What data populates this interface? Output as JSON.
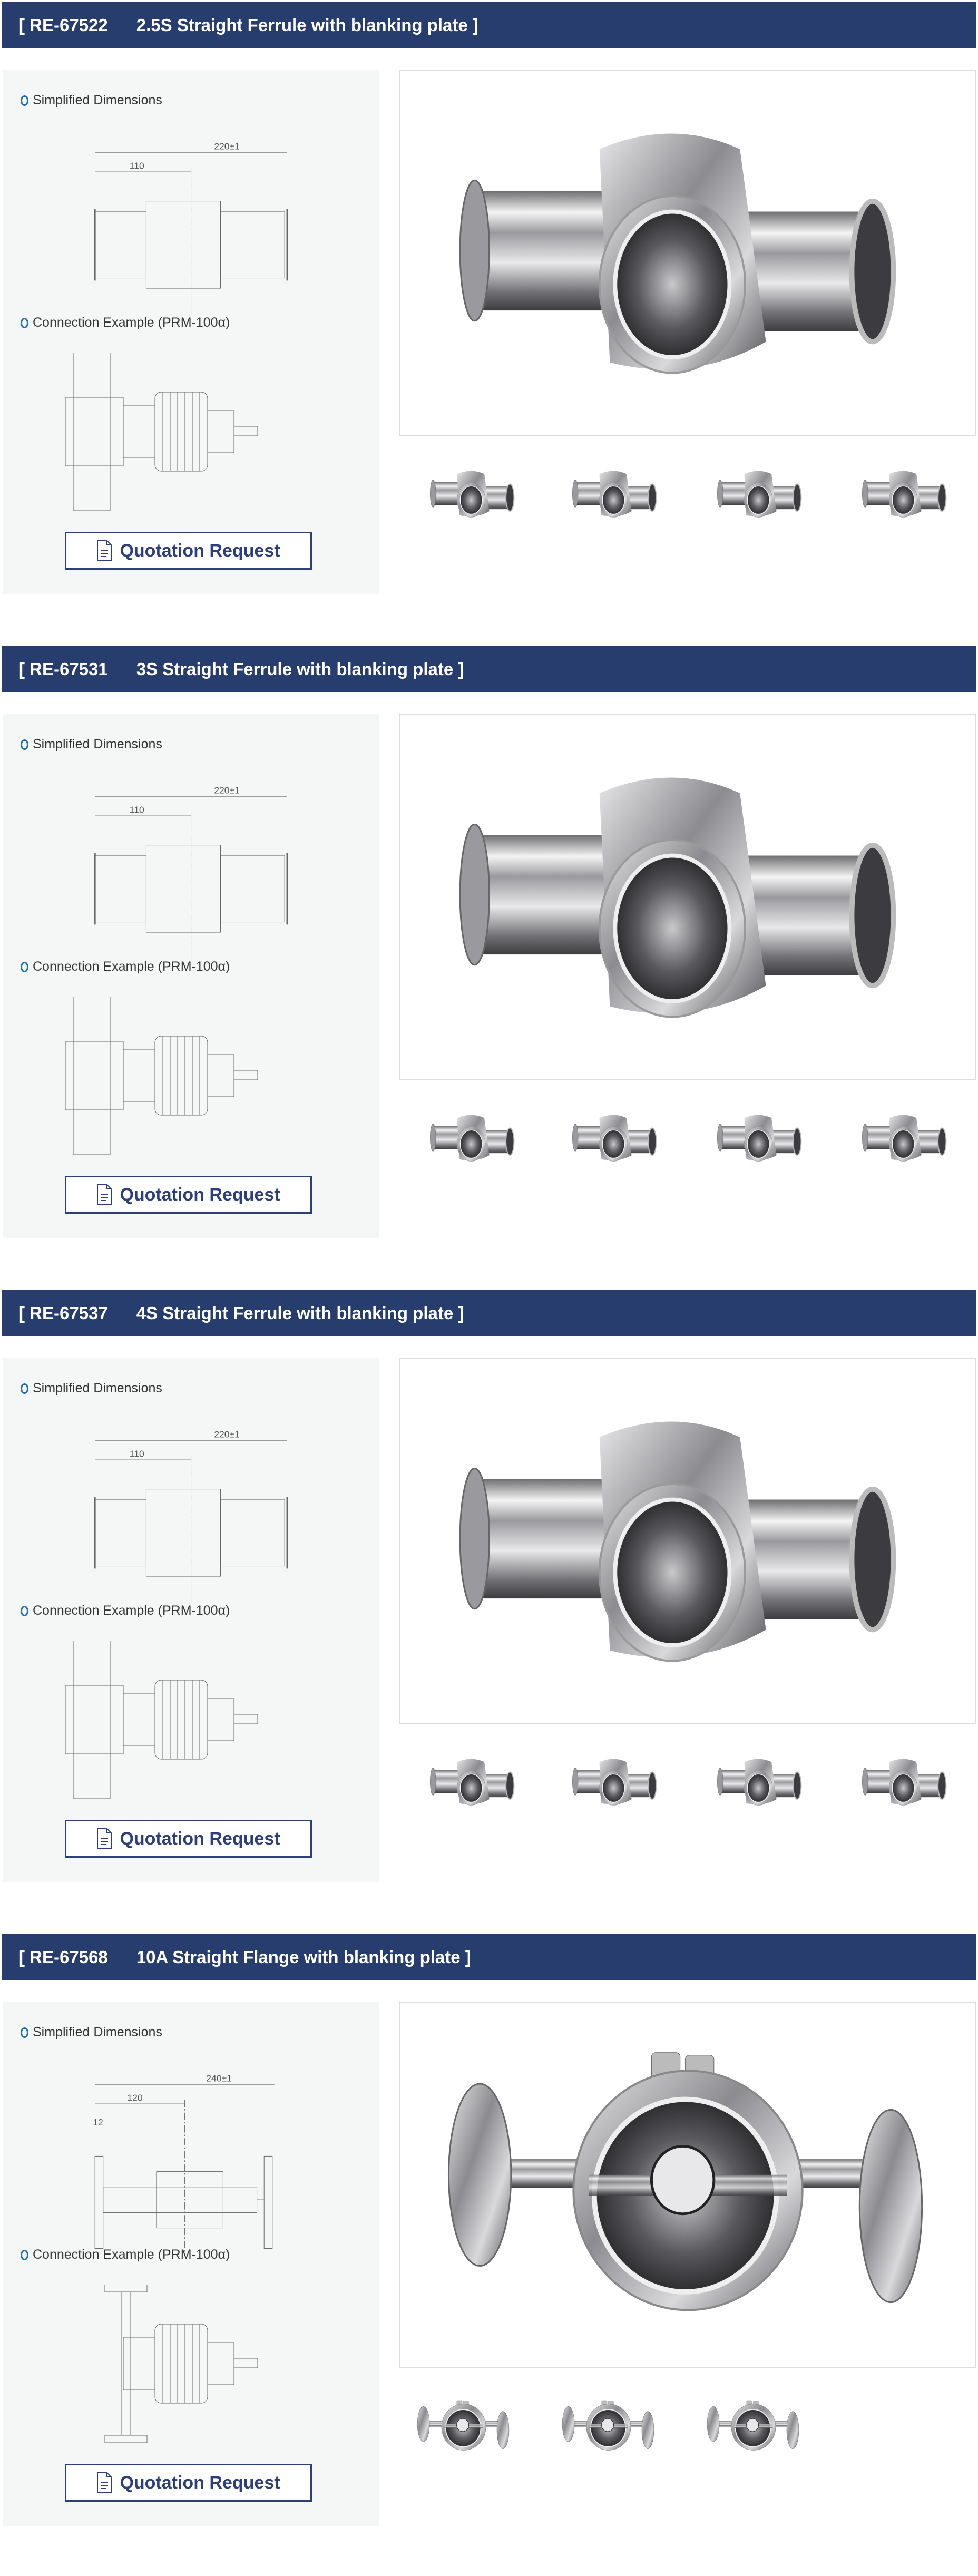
{
  "sections": [
    {
      "code": "[ RE-67522",
      "title": "2.5S Straight Ferrule with blanking plate ]",
      "type": "ferrule",
      "dim_overall": "220±1",
      "dim_half": "110",
      "dim_flange": "",
      "thumbnail_count": 4
    },
    {
      "code": "[ RE-67531",
      "title": "3S Straight Ferrule with blanking plate ]",
      "type": "ferrule",
      "dim_overall": "220±1",
      "dim_half": "110",
      "dim_flange": "",
      "thumbnail_count": 4
    },
    {
      "code": "[ RE-67537",
      "title": "4S Straight Ferrule with blanking plate ]",
      "type": "ferrule",
      "dim_overall": "220±1",
      "dim_half": "110",
      "dim_flange": "",
      "thumbnail_count": 4
    },
    {
      "code": "[ RE-67568",
      "title": "10A Straight Flange with blanking plate ]",
      "type": "flange",
      "dim_overall": "240±1",
      "dim_half": "120",
      "dim_flange": "12",
      "thumbnail_count": 3
    }
  ],
  "labels": {
    "dimensions": "Simplified Dimensions",
    "connection": "Connection Example (PRM-100α)",
    "quotation": "Quotation Request"
  },
  "icons": {
    "bullet": "ring-bullet-icon",
    "document": "document-icon"
  },
  "colors": {
    "header_bg": "#273d6e",
    "panel_bg": "#f5f6f6",
    "accent": "#2d3f7a",
    "bullet": "#1e6fb0"
  }
}
